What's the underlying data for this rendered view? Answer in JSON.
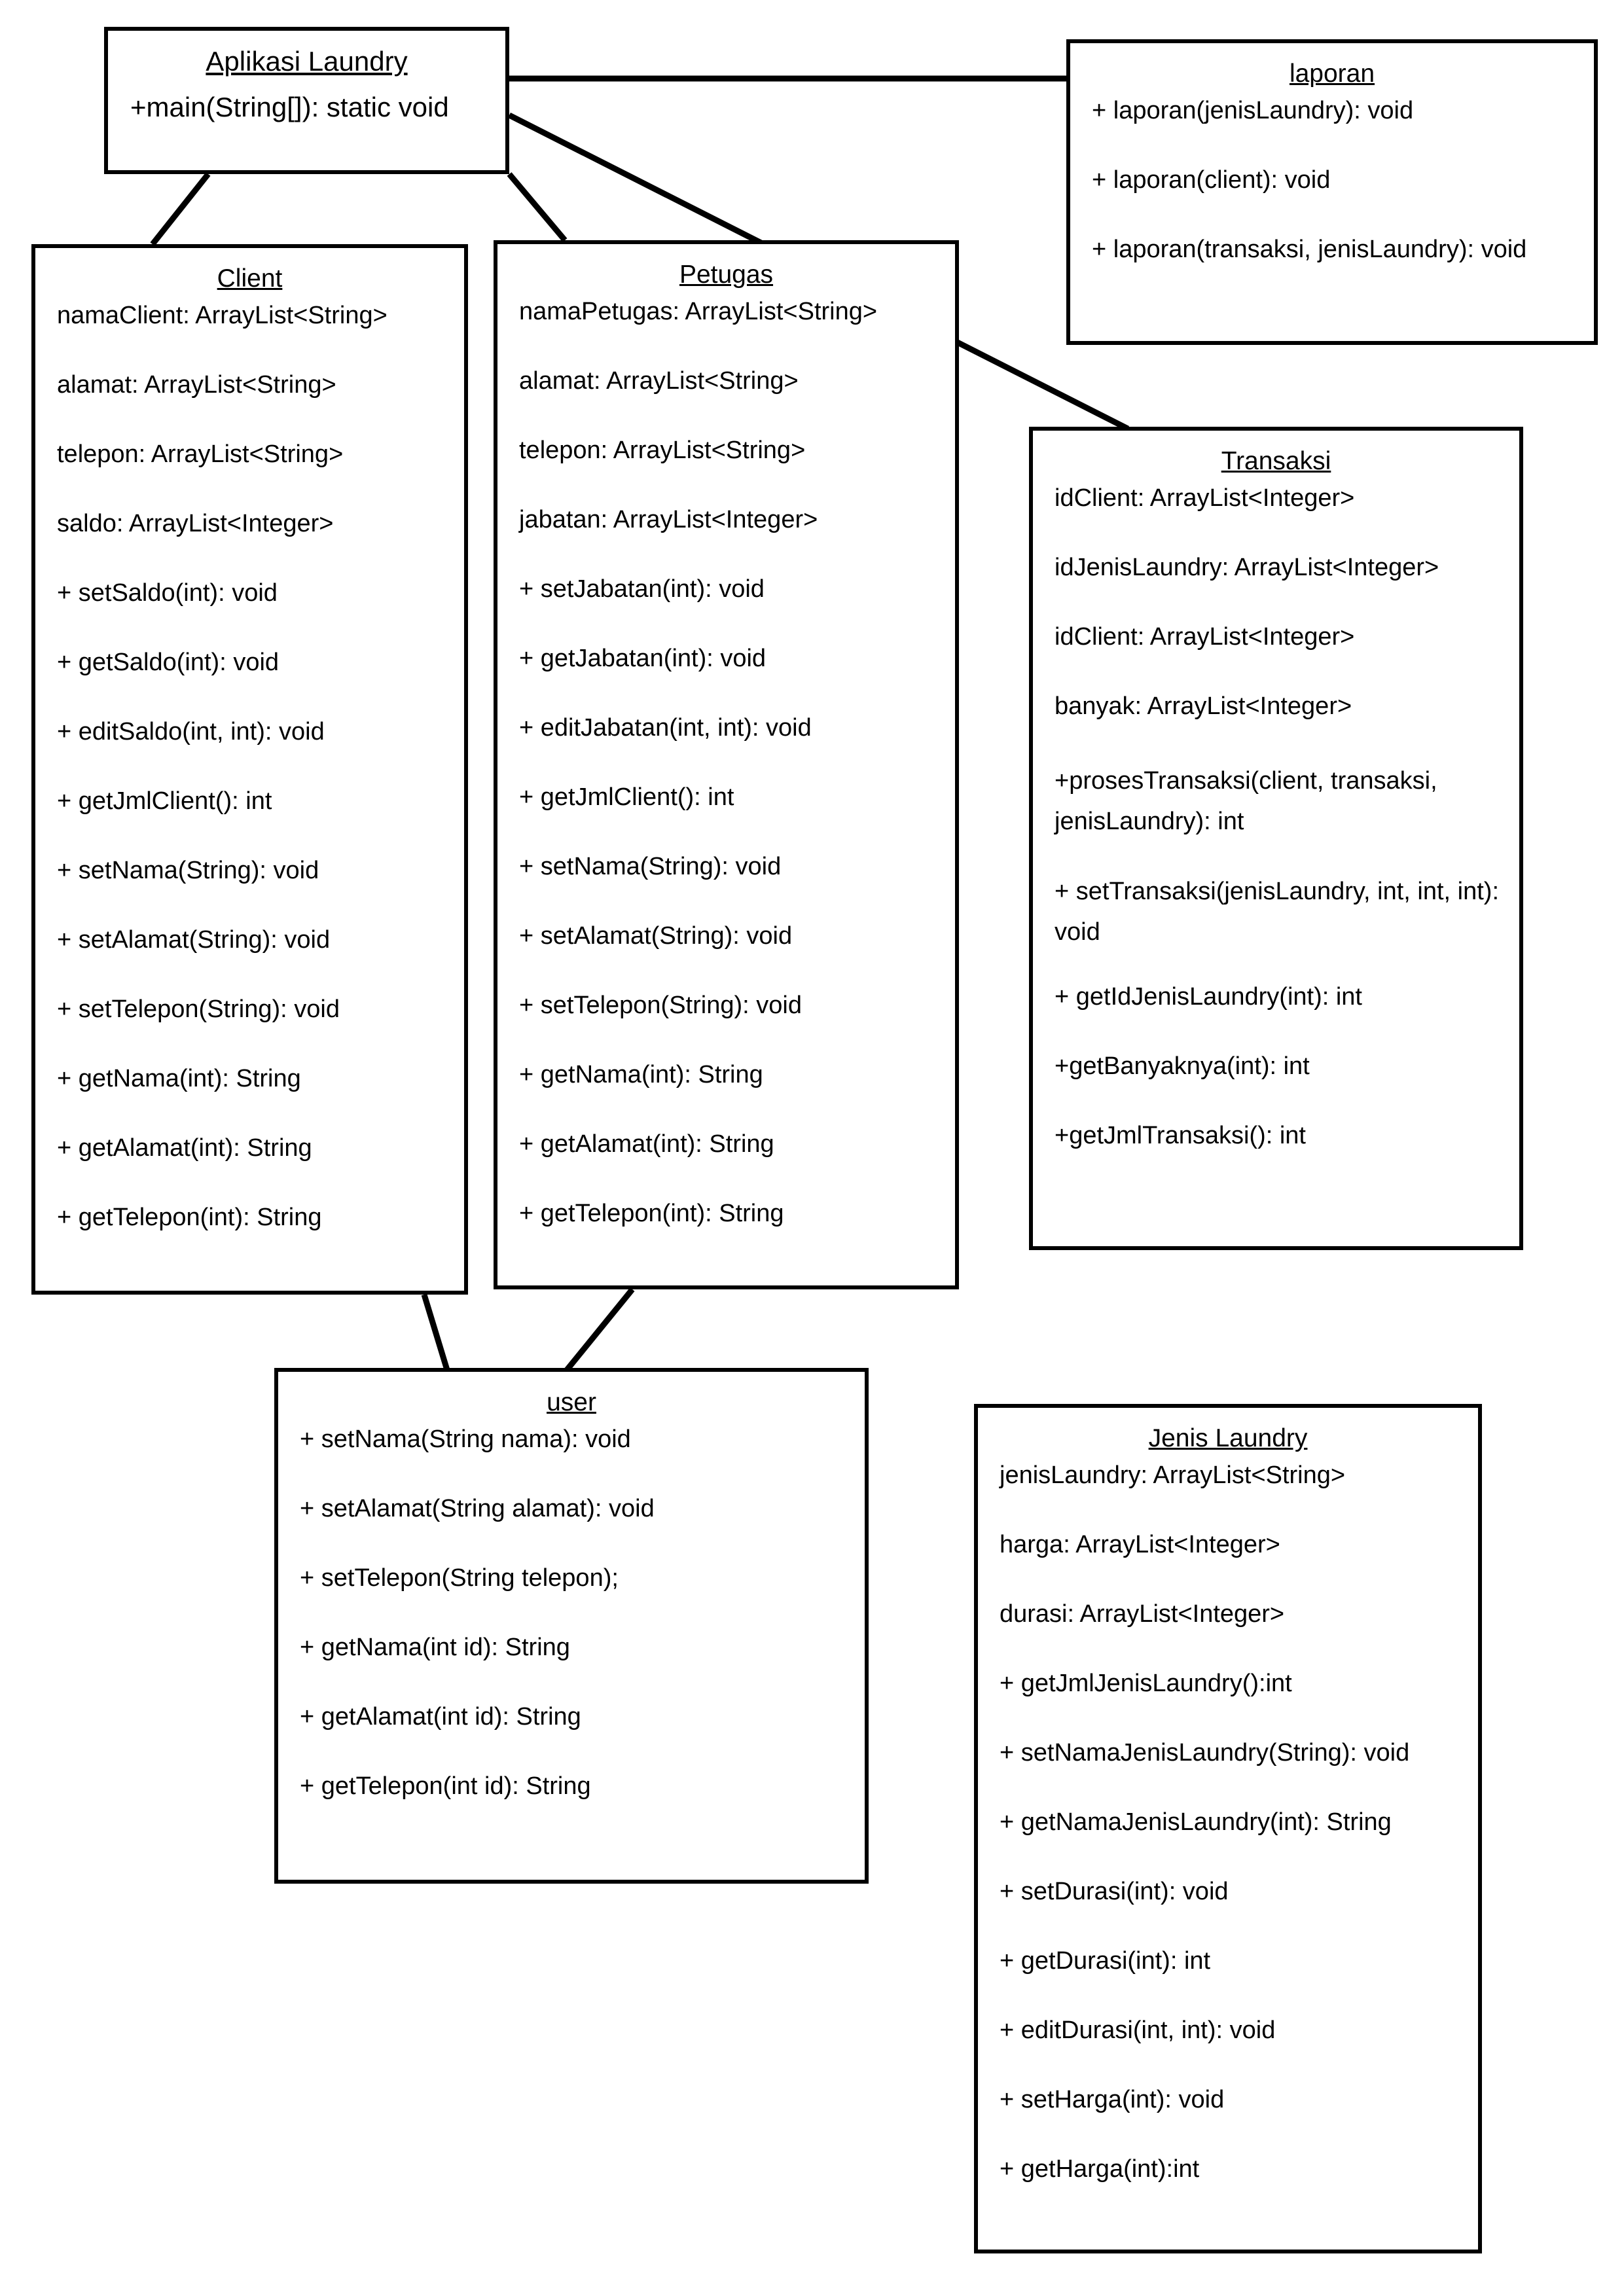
{
  "diagram": {
    "classes": {
      "app": {
        "title": "Aplikasi Laundry",
        "members": [
          "+main(String[]): static void"
        ]
      },
      "laporan": {
        "title": "laporan",
        "members": [
          "+ laporan(jenisLaundry): void",
          "+ laporan(client): void",
          "+ laporan(transaksi, jenisLaundry): void"
        ]
      },
      "client": {
        "title": "Client",
        "members": [
          "namaClient: ArrayList<String>",
          "alamat: ArrayList<String>",
          "telepon: ArrayList<String>",
          "saldo: ArrayList<Integer>",
          "+ setSaldo(int): void",
          "+ getSaldo(int): void",
          "+ editSaldo(int, int): void",
          "+ getJmlClient(): int",
          "+ setNama(String): void",
          "+ setAlamat(String): void",
          "+ setTelepon(String): void",
          "+ getNama(int): String",
          "+ getAlamat(int): String",
          "+  getTelepon(int): String"
        ]
      },
      "petugas": {
        "title": "Petugas",
        "members": [
          "namaPetugas: ArrayList<String>",
          "alamat: ArrayList<String>",
          "telepon: ArrayList<String>",
          "jabatan: ArrayList<Integer>",
          "+ setJabatan(int): void",
          "+ getJabatan(int): void",
          "+ editJabatan(int, int): void",
          "+ getJmlClient(): int",
          "+ setNama(String): void",
          "+ setAlamat(String): void",
          "+ setTelepon(String): void",
          "+ getNama(int): String",
          "+ getAlamat(int): String",
          "+  getTelepon(int): String"
        ]
      },
      "transaksi": {
        "title": "Transaksi",
        "members": [
          "idClient: ArrayList<Integer>",
          "idJenisLaundry: ArrayList<Integer>",
          "idClient: ArrayList<Integer>",
          "banyak: ArrayList<Integer>",
          "+prosesTransaksi(client, transaksi, jenisLaundry): int",
          "+ setTransaksi(jenisLaundry, int, int, int): void",
          "+ getIdJenisLaundry(int): int",
          "+getBanyaknya(int): int",
          "+getJmlTransaksi(): int"
        ]
      },
      "user": {
        "title": "user",
        "members": [
          "+ setNama(String nama): void",
          "+ setAlamat(String alamat): void",
          "+ setTelepon(String telepon);",
          "+ getNama(int id): String",
          "+ getAlamat(int id): String",
          "+ getTelepon(int id): String"
        ]
      },
      "jenis": {
        "title": "Jenis Laundry",
        "members": [
          "jenisLaundry: ArrayList<String>",
          "harga: ArrayList<Integer>",
          "durasi: ArrayList<Integer>",
          "+ getJmlJenisLaundry():int",
          "+ setNamaJenisLaundry(String): void",
          "+ getNamaJenisLaundry(int): String",
          "+ setDurasi(int): void",
          "+ getDurasi(int): int",
          "+ editDurasi(int, int): void",
          "+ setHarga(int): void",
          "+  getHarga(int):int"
        ]
      }
    }
  }
}
